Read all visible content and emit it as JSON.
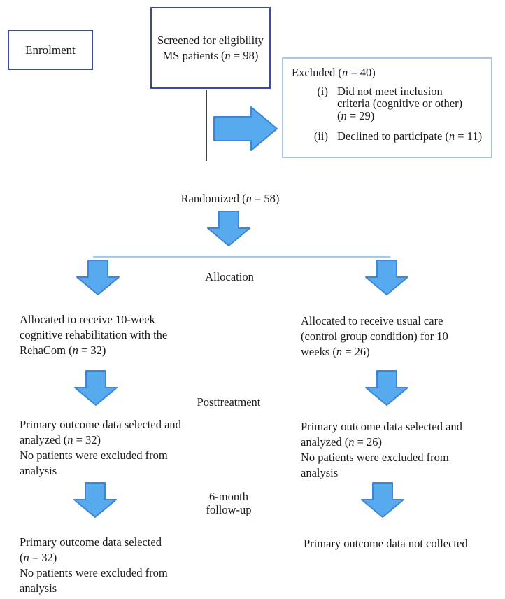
{
  "colors": {
    "background": "#ffffff",
    "text": "#1a1a1a",
    "box_border_dark": "#3d4b9e",
    "box_border_light": "#a6c7e7",
    "arrow_fill": "#58aaee",
    "arrow_stroke": "#3c86d9",
    "divider": "#9ecdf0",
    "connector": "#404040"
  },
  "enrolment": {
    "label": "Enrolment"
  },
  "screening": {
    "box_text": "Screened for eligibility\nMS patients (n = 98)"
  },
  "excluded": {
    "title": "Excluded (n = 40)",
    "items": [
      {
        "marker": "(i)",
        "text": "Did not meet inclusion\ncriteria (cognitive or other)\n(n = 29)"
      },
      {
        "marker": "(ii)",
        "text": "Declined to participate (n = 11)"
      }
    ]
  },
  "randomized": {
    "label": "Randomized (n = 58)"
  },
  "stages": {
    "allocation": "Allocation",
    "posttreatment": "Posttreatment",
    "followup": "6-month\nfollow-up"
  },
  "allocation": {
    "left": "Allocated to receive 10-week\ncognitive rehabilitation with the\nRehaCom (n = 32)",
    "right": "Allocated to receive usual care\n(control group condition) for 10\nweeks (n = 26)"
  },
  "posttreatment": {
    "left": "Primary outcome data selected and\nanalyzed (n = 32)\nNo patients were excluded from\nanalysis",
    "right": "Primary outcome data selected and\nanalyzed (n = 26)\nNo patients were excluded from\nanalysis"
  },
  "followup": {
    "left": "Primary outcome data selected\n(n = 32)\nNo patients were excluded from\nanalysis",
    "right": "Primary outcome data not collected"
  }
}
